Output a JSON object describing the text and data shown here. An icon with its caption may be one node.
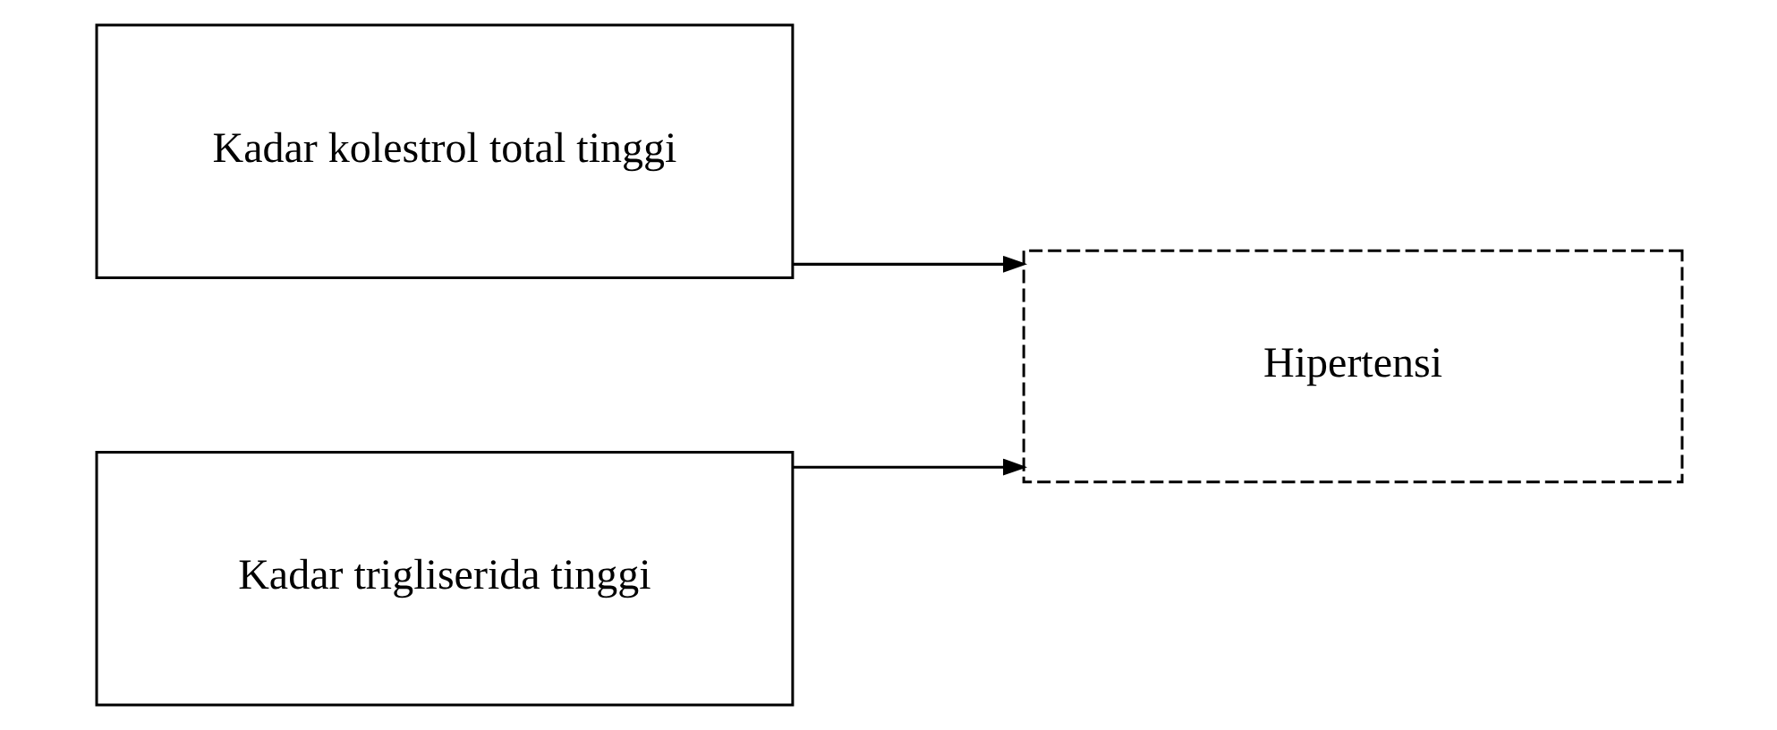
{
  "diagram": {
    "nodes": [
      {
        "text": [
          "Kadar kolestrol total tinggi"
        ]
      },
      {
        "text": [
          "Kadar trigliserida tinggi"
        ]
      },
      {
        "text": [
          "Hipertensi"
        ]
      }
    ],
    "edges": [
      {
        "from": 0,
        "to": 2,
        "arrow": "to"
      },
      {
        "from": 1,
        "to": 2,
        "arrow": "to"
      }
    ]
  }
}
